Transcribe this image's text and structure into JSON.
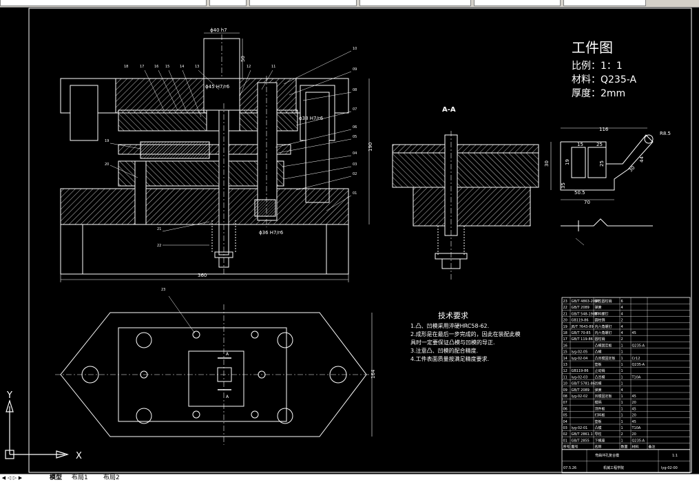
{
  "window": {
    "tabs": [
      "",
      "",
      "",
      "",
      "",
      ""
    ],
    "layout_tabs": [
      "模型",
      "布局1",
      "布局2"
    ]
  },
  "drawing": {
    "title": "工件图",
    "scale_line": "比例：1：1",
    "material_line": "材料：Q235-A",
    "thickness_line": "厚度：2mm",
    "section_label": "A-A",
    "section_mark": "A",
    "tech_req": {
      "heading": "技术要求",
      "items": [
        "1.凸、凹模采用淬硬HRC58-62.",
        "2.成形是在最后一步完成的，因此在装配此模",
        "具时一定要保证凸模与凹模的导正.",
        "3.注意凸、凹模的配合精度.",
        "4.工件表面质量按满足精度要求."
      ]
    },
    "dims": {
      "d1": "ϕ40 h7",
      "d2": "ϕ45 H7/r6",
      "d3": "ϕ38 H7/r6",
      "d4": "ϕ36 H7/r6",
      "d5": "50",
      "d6": "190",
      "d7": "360",
      "d8": "164",
      "w1": "116",
      "w2": "R8.5",
      "w3": "15",
      "w4": "25",
      "w5": "30",
      "w6": "44",
      "w7": "19",
      "w8": "25",
      "w9": "30",
      "w10": "50.5",
      "w11": "70",
      "w12": "35"
    },
    "balloons": [
      "18",
      "17",
      "16",
      "15",
      "14",
      "13",
      "12",
      "11",
      "10",
      "09",
      "08",
      "07",
      "06",
      "05",
      "04",
      "03",
      "02",
      "01",
      "19",
      "20",
      "21",
      "22",
      "23"
    ]
  },
  "bom": {
    "rows": [
      [
        "23",
        "GB/T 4863-2000",
        "弹性圆柱销",
        "6",
        "",
        ""
      ],
      [
        "22",
        "GB/T 2089",
        "弹簧",
        "4",
        "",
        ""
      ],
      [
        "21",
        "GB/T 548-1988",
        "卸料螺钉",
        "4",
        "",
        ""
      ],
      [
        "20",
        "GB119-86",
        "圆柱销",
        "2",
        "",
        ""
      ],
      [
        "19",
        "JB/T 7643-89",
        "内六角螺钉",
        "4",
        "",
        ""
      ],
      [
        "18",
        "GB/T 70-85",
        "内六角螺钉",
        "4",
        "45",
        ""
      ],
      [
        "17",
        "GB/T 119-86",
        "圆柱销",
        "2",
        "",
        ""
      ],
      [
        "16",
        "",
        "凸模固定板",
        "1",
        "Q235-A",
        ""
      ],
      [
        "15",
        "lyg-02-05",
        "凸模",
        "1",
        "",
        ""
      ],
      [
        "14",
        "lyg-02-04",
        "凸凹模固定板",
        "1",
        "Cr12",
        ""
      ],
      [
        "13",
        "",
        "垫板",
        "1",
        "Q235-A",
        ""
      ],
      [
        "12",
        "GB119-86",
        "止动销",
        "1",
        "",
        ""
      ],
      [
        "11",
        "lyg-02-03",
        "凸凹模",
        "1",
        "T10A",
        ""
      ],
      [
        "10",
        "GB/T 5781-86",
        "凹模",
        "1",
        "",
        ""
      ],
      [
        "09",
        "GB/T 2089",
        "弹簧",
        "4",
        "",
        ""
      ],
      [
        "08",
        "lyg-02-02",
        "凹模固定板",
        "1",
        "45",
        ""
      ],
      [
        "07",
        "",
        "模柄",
        "1",
        "20",
        ""
      ],
      [
        "06",
        "",
        "顶件板",
        "1",
        "45",
        ""
      ],
      [
        "05",
        "",
        "打料板",
        "1",
        "20",
        ""
      ],
      [
        "04",
        "",
        "垫板",
        "1",
        "45",
        ""
      ],
      [
        "03",
        "lyg-02-01",
        "凸模",
        "1",
        "T10A",
        ""
      ],
      [
        "02",
        "GB/T 2861.1",
        "导柱",
        "2",
        "20",
        ""
      ],
      [
        "01",
        "GB/T 2855",
        "下模座",
        "1",
        "Q235-A",
        ""
      ]
    ],
    "header": [
      "序号",
      "图号",
      "名称",
      "数量",
      "材料",
      "备注"
    ],
    "title_block": {
      "name": "弯曲冲孔复合模",
      "school": "机械工程学院",
      "drawing_no": "lyg-02-00",
      "scale": "1:1",
      "date": "07.5.26"
    }
  },
  "ucs": {
    "x": "X",
    "y": "Y"
  },
  "colors": {
    "bg": "#000000",
    "line": "#ffffff",
    "hatch": "#ffffff",
    "tabbar": "#d4d0c8"
  }
}
